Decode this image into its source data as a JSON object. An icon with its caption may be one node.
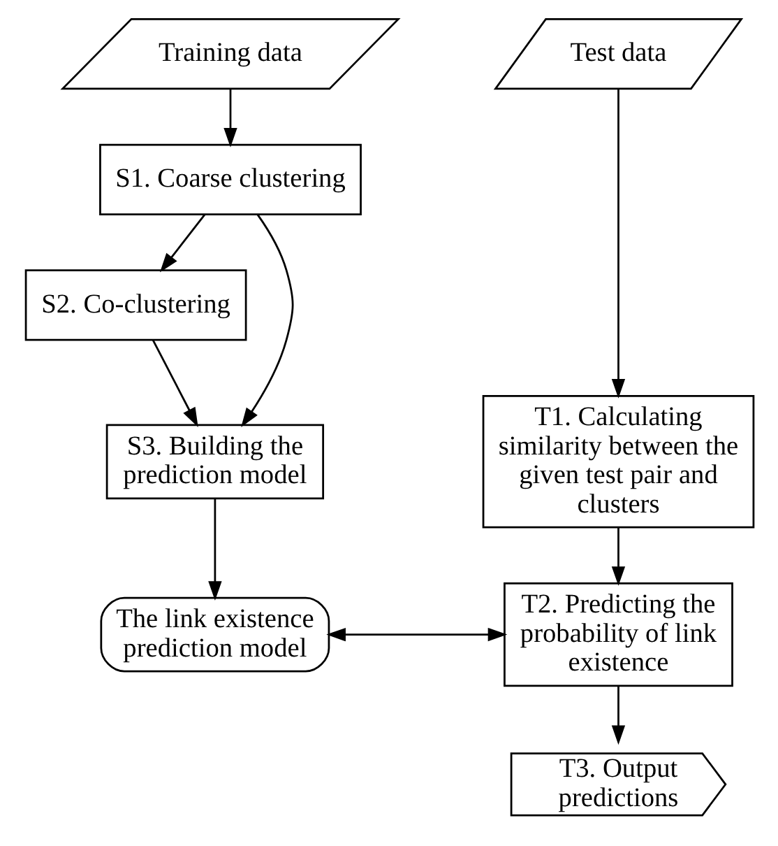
{
  "diagram": {
    "nodes": [
      {
        "text": [
          "Training data"
        ]
      },
      {
        "text": [
          "S1. Coarse clustering"
        ]
      },
      {
        "text": [
          "S2. Co-clustering"
        ]
      },
      {
        "text": [
          "S3. Building the prediction model"
        ]
      },
      {
        "text": [
          "The link existence prediction model"
        ]
      },
      {
        "text": [
          "Test data"
        ]
      },
      {
        "text": [
          "T1. Calculating similarity between the given test pair and clusters"
        ]
      },
      {
        "text": [
          "T2. Predicting the probability of link existence"
        ]
      },
      {
        "text": [
          "T3. Output predictions"
        ]
      }
    ],
    "edges": [
      {
        "from": 0,
        "to": 1,
        "arrow": "to"
      },
      {
        "from": 1,
        "to": 2,
        "arrow": "to"
      },
      {
        "from": 1,
        "to": 3,
        "arrow": "to"
      },
      {
        "from": 2,
        "to": 3,
        "arrow": "to"
      },
      {
        "from": 3,
        "to": 4,
        "arrow": "to"
      },
      {
        "from": 4,
        "to": 7,
        "arrow": "both"
      },
      {
        "from": 5,
        "to": 6,
        "arrow": "to"
      },
      {
        "from": 6,
        "to": 7,
        "arrow": "to"
      },
      {
        "from": 7,
        "to": 8,
        "arrow": "to"
      }
    ]
  }
}
